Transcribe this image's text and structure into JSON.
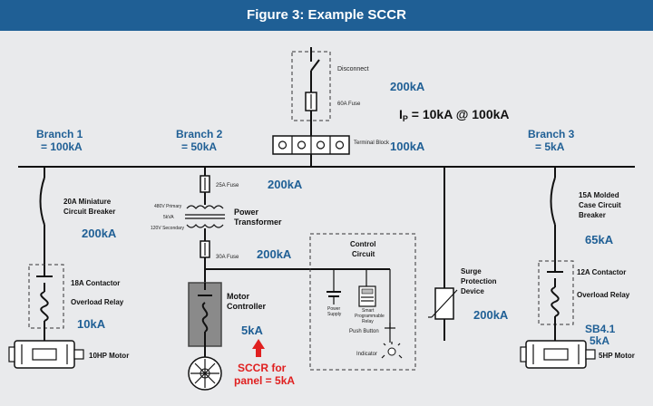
{
  "title": "Figure 3:  Example SCCR",
  "disconnect": {
    "label": "Disconnect",
    "fuse": "60A Fuse",
    "rating": "200kA"
  },
  "formula": {
    "ip": "I",
    "sub": "P",
    "rest": " = 10kA @ 100kA"
  },
  "terminal_block": {
    "label": "Terminal Block",
    "rating": "100kA"
  },
  "branch1": {
    "title": "Branch 1",
    "sccr": "= 100kA",
    "breaker_line1": "20A Miniature",
    "breaker_line2": "Circuit Breaker",
    "breaker_rating": "200kA",
    "contactor": "18A Contactor",
    "overload": "Overload Relay",
    "contactor_rating": "10kA",
    "motor": "10HP Motor"
  },
  "branch2": {
    "title": "Branch 2",
    "sccr": "= 50kA",
    "fuse_top": "25A Fuse",
    "fuse_top_rating": "200kA",
    "primary": "480V Primary",
    "va": "5kVA",
    "secondary": "120V Secondary",
    "transformer_line1": "Power",
    "transformer_line2": "Transformer",
    "fuse_bottom": "30A Fuse",
    "fuse_bottom_rating": "200kA",
    "controller_line1": "Motor",
    "controller_line2": "Controller",
    "controller_rating": "5kA",
    "panel_line1": "SCCR for",
    "panel_line2": "panel = 5kA"
  },
  "control_circuit": {
    "title_line1": "Control",
    "title_line2": "Circuit",
    "power_line1": "Power",
    "power_line2": "Supply",
    "relay_line1": "Smart",
    "relay_line2": "Programmable",
    "relay_line3": "Relay",
    "push_button": "Push Button",
    "indicator": "Indicator"
  },
  "spd": {
    "line1": "Surge",
    "line2": "Protection",
    "line3": "Device",
    "rating": "200kA"
  },
  "branch3": {
    "title": "Branch 3",
    "sccr": "= 5kA",
    "breaker_line1": "15A Molded",
    "breaker_line2": "Case Circuit",
    "breaker_line3": "Breaker",
    "breaker_rating": "65kA",
    "contactor": "12A Contactor",
    "overload": "Overload Relay",
    "sb": "SB4.1",
    "sb_rating": "5kA",
    "motor": "5HP Motor"
  },
  "colors": {
    "header": "#1f5f95",
    "accent_red": "#e02020",
    "controller_gray": "#8a8a8a",
    "background": "#e9eaec"
  }
}
